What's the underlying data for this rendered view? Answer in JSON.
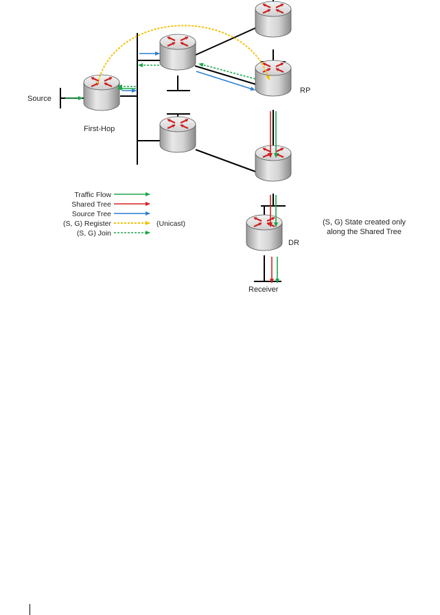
{
  "labels": {
    "source": "Source",
    "first_hop": "First-Hop",
    "rp": "RP",
    "dr": "DR",
    "receiver": "Receiver",
    "note_line1": "(S, G) State created only",
    "note_line2": "along the Shared Tree"
  },
  "legend": {
    "traffic_flow": "Traffic Flow",
    "shared_tree": "Shared Tree",
    "source_tree": "Source Tree",
    "register": "(S, G) Register",
    "unicast": "(Unicast)",
    "join": "(S, G) Join"
  },
  "colors": {
    "traffic_flow": "#1aa64a",
    "shared_tree": "#d42020",
    "source_tree": "#2a7fd0",
    "register": "#f5c000",
    "join": "#1aa64a",
    "router_arrows": "#cc1f1f"
  },
  "icons": {
    "router": "router-icon"
  }
}
